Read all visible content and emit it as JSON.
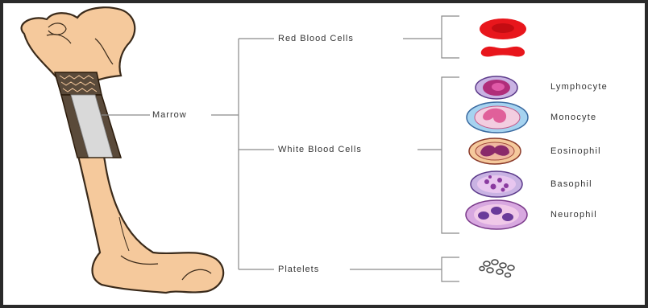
{
  "labels": {
    "marrow": "Marrow",
    "red_blood_cells": "Red Blood Cells",
    "white_blood_cells": "White Blood Cells",
    "platelets": "Platelets"
  },
  "white_cells": [
    {
      "name": "Lymphocyte"
    },
    {
      "name": "Monocyte"
    },
    {
      "name": "Eosinophil"
    },
    {
      "name": "Basophil"
    },
    {
      "name": "Neurophil"
    }
  ],
  "colors": {
    "bone": "#f5c99c",
    "bone_outline": "#3a2a1a",
    "marrow_cavity": "#d9d9d9",
    "red_cell": "#e8161c",
    "line": "#8a8a8a",
    "frame": "#2a2a2a"
  }
}
